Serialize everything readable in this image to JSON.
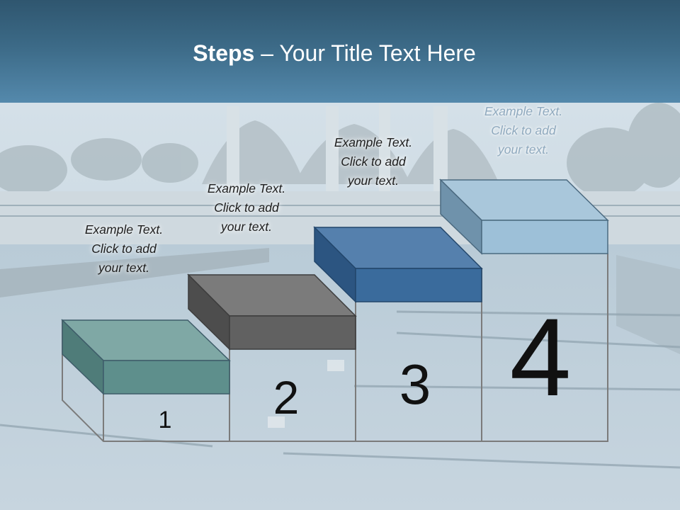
{
  "title": {
    "bold": "Steps",
    "rest": " – Your Title Text Here"
  },
  "colors": {
    "step1_top": "#7fa8a5",
    "step1_front": "#5e8f8c",
    "step1_side": "#4f7c79",
    "step2_top": "#7b7b7b",
    "step2_front": "#616161",
    "step2_side": "#4d4d4d",
    "step3_top": "#5580ad",
    "step3_front": "#3a6b9c",
    "step3_side": "#2c5581",
    "step4_top": "#a9c7db",
    "step4_front": "#9dc0d8",
    "step4_side": "#6f92ab"
  },
  "steps": [
    {
      "number": "1",
      "text": "Example Text.\nClick  to add\nyour text."
    },
    {
      "number": "2",
      "text": "Example Text.\nClick  to add\nyour text."
    },
    {
      "number": "3",
      "text": "Example Text.\nClick  to add\nyour text."
    },
    {
      "number": "4",
      "text": "Example Text.\nClick  to add\nyour text."
    }
  ]
}
